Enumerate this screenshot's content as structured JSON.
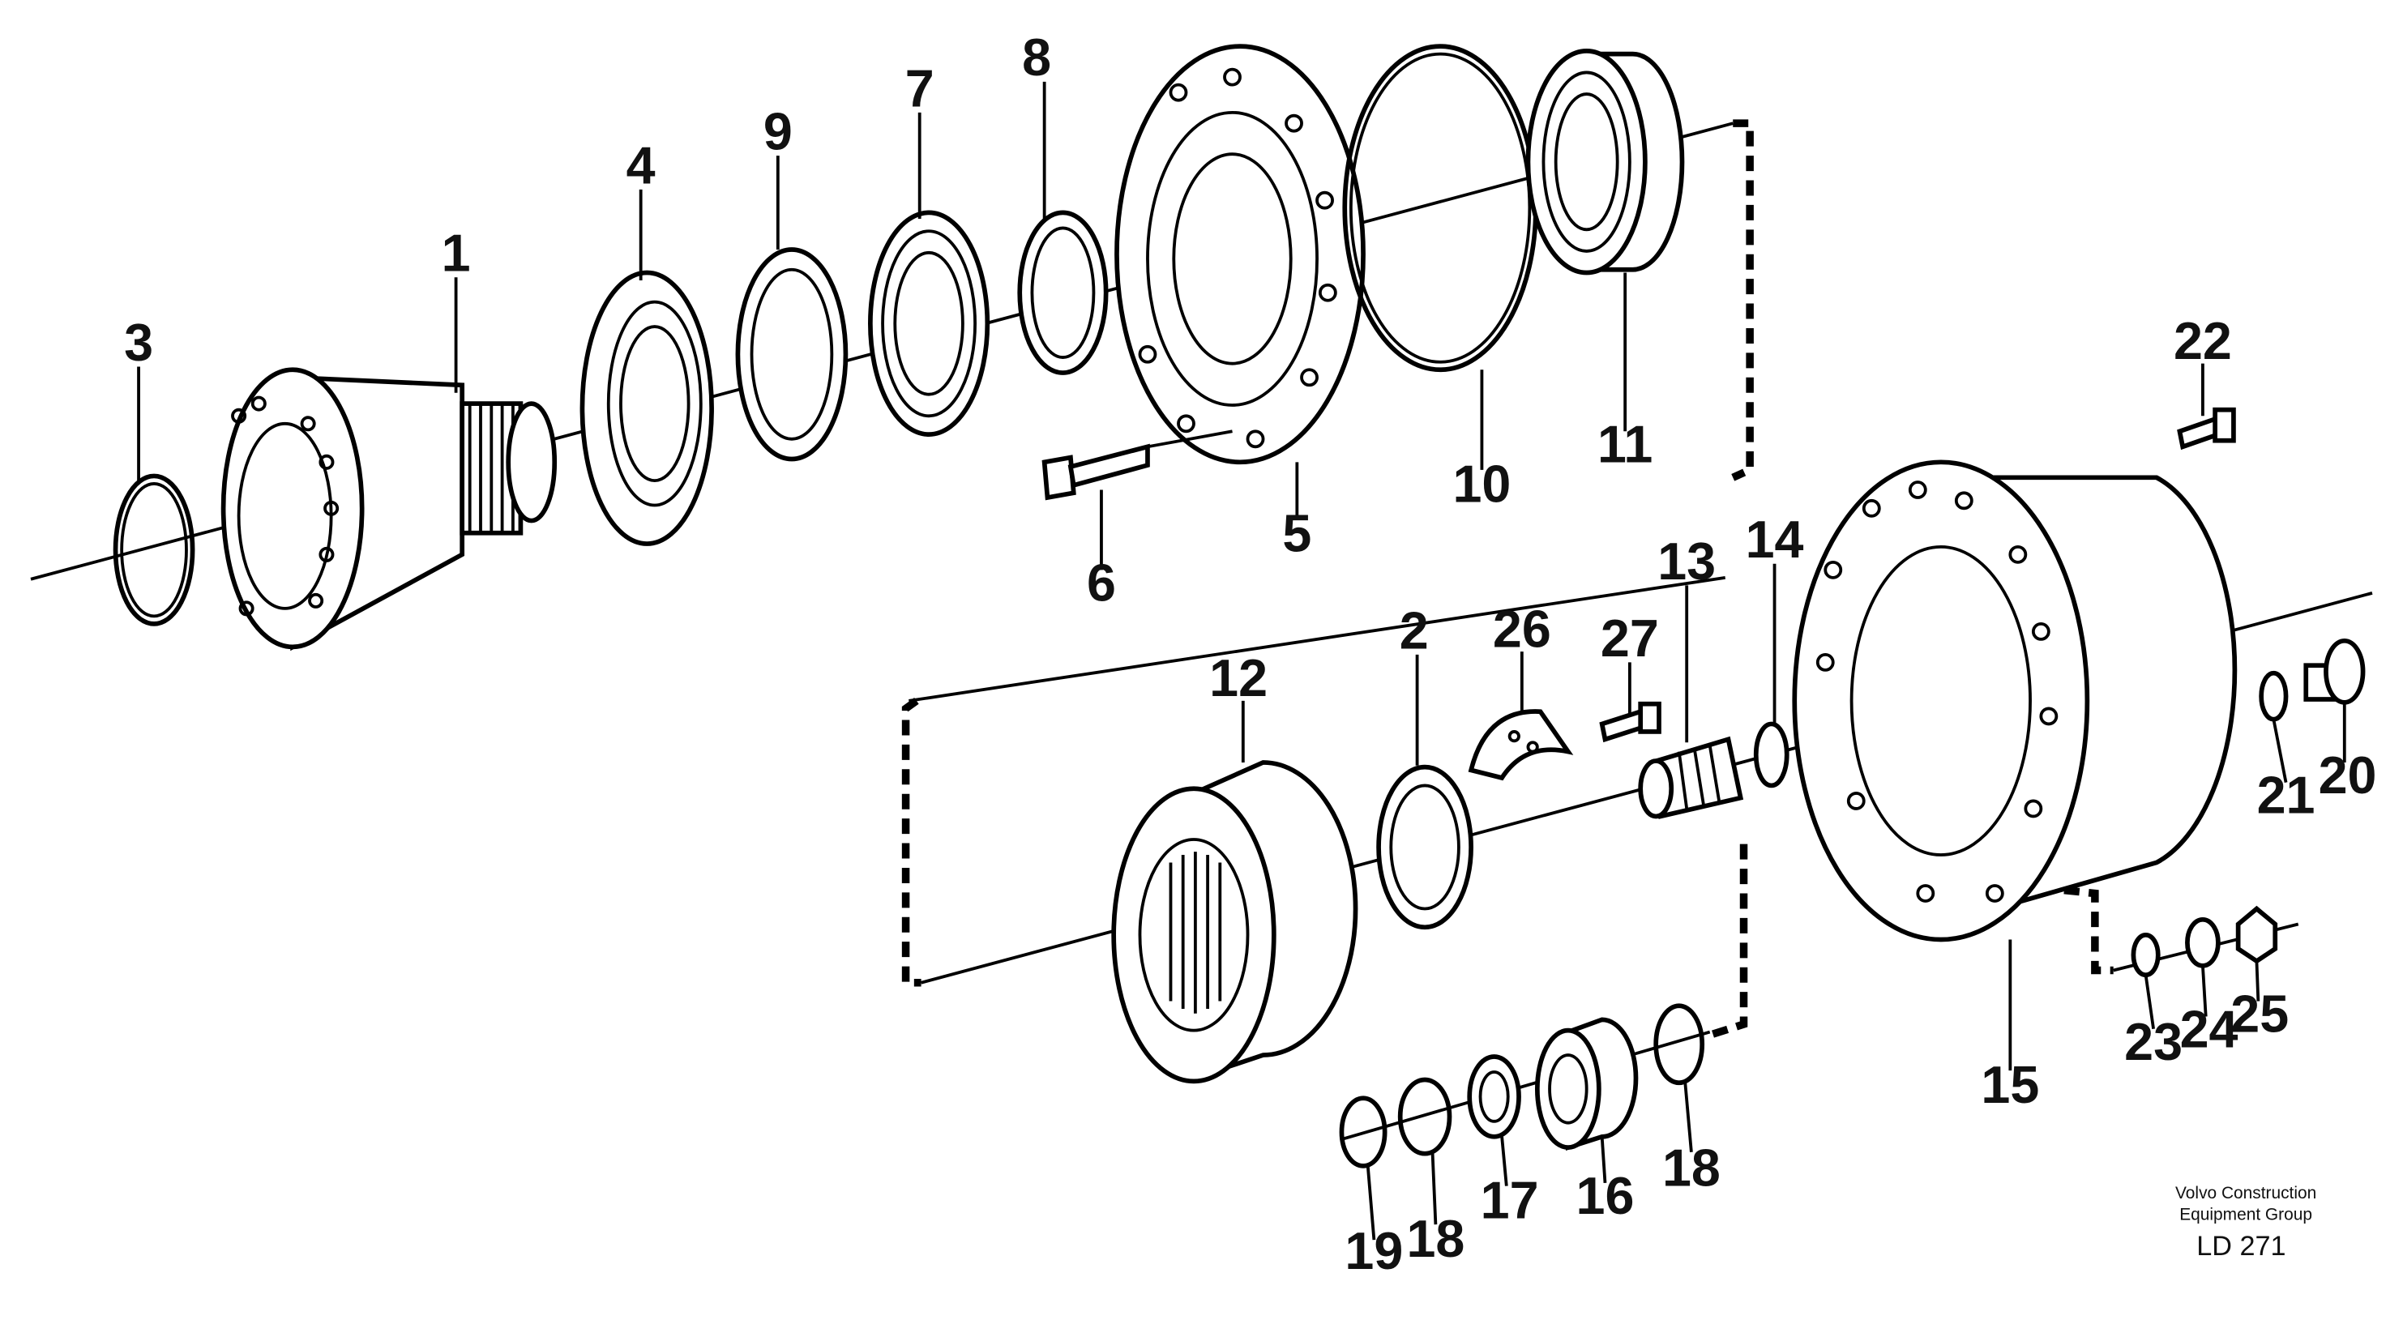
{
  "callouts": {
    "c1": "1",
    "c2": "2",
    "c3": "3",
    "c4": "4",
    "c5": "5",
    "c6": "6",
    "c7": "7",
    "c8": "8",
    "c9": "9",
    "c10": "10",
    "c11": "11",
    "c12": "12",
    "c13": "13",
    "c14": "14",
    "c15": "15",
    "c16": "16",
    "c17": "17",
    "c18a": "18",
    "c18b": "18",
    "c19": "19",
    "c20": "20",
    "c21": "21",
    "c22": "22",
    "c23": "23",
    "c24": "24",
    "c25": "25",
    "c26": "26",
    "c27": "27"
  },
  "credit": {
    "line1": "Volvo Construction",
    "line2": "Equipment Group",
    "code": "LD 271"
  }
}
